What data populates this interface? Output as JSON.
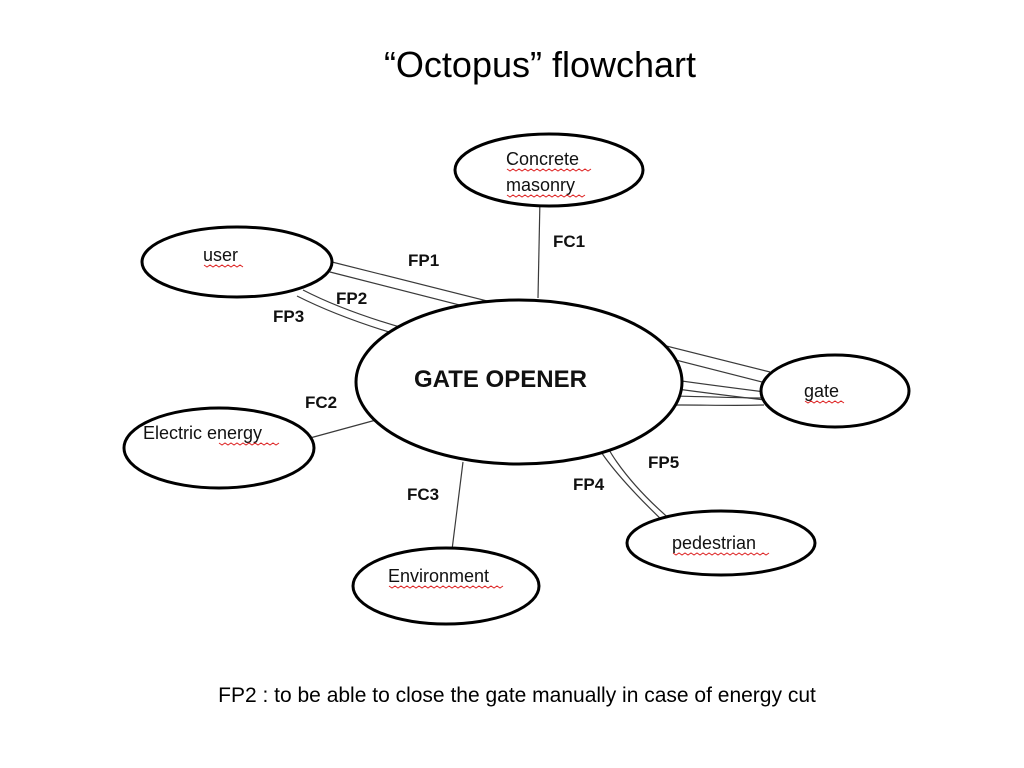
{
  "title": "“Octopus” flowchart",
  "caption": "FP2 : to be able to close the gate manually in case of energy cut",
  "colors": {
    "node_stroke": "#000000",
    "link_stroke": "#3a3a3a",
    "spellcheck_underline": "#dd2222"
  },
  "nodes": {
    "center": "GATE OPENER",
    "concrete_line1": "Concrete",
    "concrete_line2": "masonry",
    "user": "user",
    "gate": "gate",
    "electric": "Electric energy",
    "environment": "Environment",
    "pedestrian": "pedestrian"
  },
  "links": {
    "fc1": "FC1",
    "fc2": "FC2",
    "fc3": "FC3",
    "fp1": "FP1",
    "fp2": "FP2",
    "fp3": "FP3",
    "fp4": "FP4",
    "fp5": "FP5"
  }
}
